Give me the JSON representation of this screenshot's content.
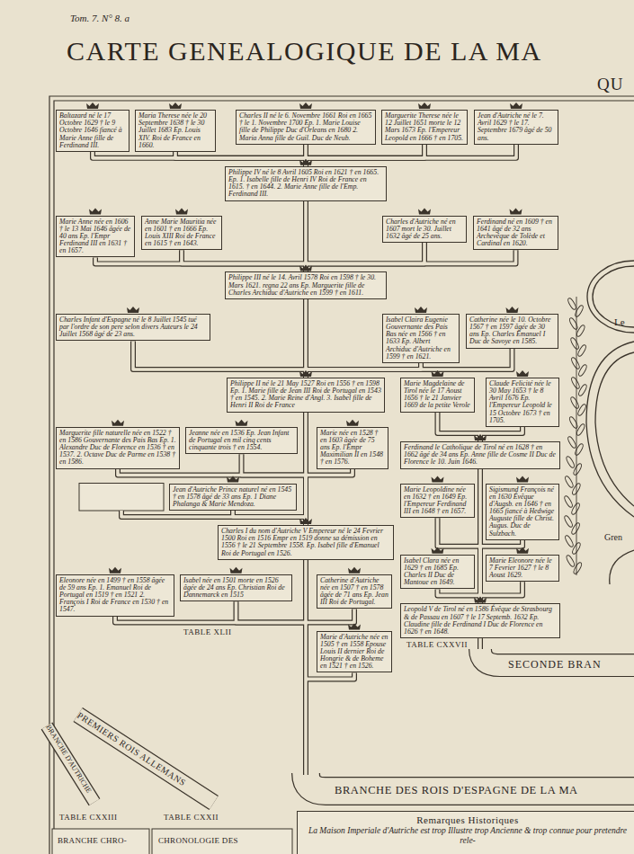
{
  "diagram": {
    "title": "CARTE GENEALOGIQUE DE LA MA",
    "nodes": [
      {
        "text": [
          "Baltazard né le 17 Octobre 1629 † le 9 Octobre 1646 fiancé à Marie Anne fille de Ferdinand III."
        ]
      },
      {
        "text": [
          "Maria Therese née le 20 Septembre 1638 † le 30 Juillet 1683 Ep. Louis XIV. Roi de France en 1660."
        ]
      },
      {
        "text": [
          "Charles II né le 6. Novembre 1661 Roi en 1665 † le 1. Novembre 1700 Ep. 1. Marie Louise fille de Philippe Duc d'Orleans en 1680 2. Maria Anna fille de Guil. Duc de Neub."
        ]
      },
      {
        "text": [
          "Marguerite Therese née le 12 Juillet 1651 morte le 12 Mars 1673 Ep. l'Empereur Leopold en 1666 † en 1705."
        ]
      },
      {
        "text": [
          "Jean d'Autriche né le 7. Avril 1629 † le 17. Septembre 1679 âgé de 50 ans."
        ]
      },
      {
        "text": [
          "Philippe IV né le 8 Avril 1605 Roi en 1621 † en 1665. Ep. 1. Isabelle fille de Henri IV Roi de France en 1615. † en 1644. 2. Marie Anne fille de l'Emp. Ferdinand III."
        ]
      },
      {
        "text": [
          "Marie Anne née en 1606 † le 13 Mai 1646 âgée de 40 ans Ep. l'Empr Ferdinand III en 1631 † en 1657."
        ]
      },
      {
        "text": [
          "Anne Marie Mauritia née en 1601 † en 1666 Ep. Louis XIII Roi de France en 1615 † en 1643."
        ]
      },
      {
        "text": [
          "Charles d'Autriche né en 1607 mort le 30. Juillet 1632 âgé de 25 ans."
        ]
      },
      {
        "text": [
          "Ferdinand né en 1609 † en 1641 âgé de 32 ans Archevêque de Tolède et Cardinal en 1620."
        ]
      },
      {
        "text": [
          "Philippe III né le 14. Avril 1578 Roi en 1598 † le 30. Mars 1621. regna 22 ans Ep. Marguerite fille de Charles Archiduc d'Autriche en 1599 † en 1611."
        ]
      },
      {
        "text": [
          "Charles Infant d'Espagne né le 8 Juillet 1545 tué par l'ordre de son pere selon divers Auteurs le 24 Juillet 1568 âgé de 23 ans."
        ]
      },
      {
        "text": [
          "Isabel Claira Eugenie Gouvernante des Pais Bas née en 1566 † en 1633 Ep. Albert Archiduc d'Autriche en 1599 † en 1621."
        ]
      },
      {
        "text": [
          "Catherine née le 10. Octobre 1567 † en 1597 âgée de 30 ans Ep. Charles Emanuel I Duc de Savoye en 1585."
        ]
      },
      {
        "text": [
          "Philippe II né le 21 May 1527 Roi en 1556 † en 1598 Ep. 1. Marie fille de Jean III Roi de Portugal en 1543 † en 1545. 2. Marie Reine d'Angl. 3. Isabel fille de Henri II Roi de France"
        ]
      },
      {
        "text": [
          "Marguerite fille naturelle née en 1522 † en 1586 Gouvernante des Pais Bas Ep. 1. Alexandre Duc de Florence en 1536 † en 1537. 2. Octave Duc de Parme en 1538 † en 1586."
        ]
      },
      {
        "text": [
          "Jeanne née en 1536 Ep. Jean Infant de Portugal en mil cinq cents cinquante trois † en 1554."
        ]
      },
      {
        "text": [
          "Marie née en 1528 † en 1603 âgée de 75 ans Ep. l'Empr Maximilian II en 1548 † en 1576."
        ]
      },
      {
        "text": [
          "Marie Magdelaine de Tirol née le 17 Aoust 1656 † le 21 Janvier 1669 de la petite Verole"
        ]
      },
      {
        "text": [
          "Claude Felicité née le 30 May 1653 † le 8 Avril 1676 Ep. l'Empereur Leopold le 15 Octobre 1673 † en 1705."
        ]
      },
      {
        "text": [
          "Ferdinand le Catholique de Tirol né en 1628 † en 1662 âgé de 34 ans Ep. Anne fille de Cosme II Duc de Florence le 10. Juin 1646."
        ]
      },
      {
        "text": [
          "Jean d'Autriche Prince naturel né en 1545 † en 1578 âgé de 33 ans Ep. 1 Diane Phalanga & Marie Mendoza."
        ]
      },
      {
        "text": [
          "Marie Leopoldine née en 1632 † en 1649 Ep. l'Empereur Ferdinand III en 1648 † en 1657."
        ]
      },
      {
        "text": [
          "Sigismund François né en 1630 Évêque d'Augsb. en 1646 † en 1665 fiancé à Hedwige Auguste fille de Christ. Augus. Duc de Sulzbach."
        ]
      },
      {
        "text": [
          "Charles I du nom d'Autriche V Empereur né le 24 Fevrier 1500 Roi en 1516 Empr en 1519 donne sa démission en 1556 † le 21 Septembre 1558. Ep. Isabel fille d'Emanuel Roi de Portugal en 1526."
        ]
      },
      {
        "text": [
          "Isabel Clara née en 1629 † en 1685 Ep. Charles II Duc de Mantoue en 1649."
        ]
      },
      {
        "text": [
          "Marie Eleonore née le 7 Fevrier 1627 † le 8 Aoust 1629."
        ]
      },
      {
        "text": [
          "Eleonore née en 1499 † en 1558 âgée de 59 ans Ep. 1. Emanuel Roi de Portugal en 1519 † en 1521 2. François I Roi de France en 1530 † en 1547."
        ]
      },
      {
        "text": [
          "Isabel née en 1501 morte en 1526 âgée de 24 ans Ep. Christian Roi de Dannemarck en 1515"
        ]
      },
      {
        "text": [
          "Catherine d'Autriche née en 1507 † en 1578 âgée de 71 ans Ep. Jean III Roi de Portugal."
        ]
      },
      {
        "text": [
          "Leopold V de Tirol né en 1586 Évêque de Strasbourg & de Passau en 1607 † le 17 Septemb. 1632 Ep. Claudine fille de Ferdinand I Duc de Florence en 1626 † en 1648."
        ]
      },
      {
        "text": [
          "Marie d'Autriche née en 1505 † en 1558 Epouse Louis II dernier Roi de Hongrie & de Boheme en 1521 † en 1526."
        ]
      },
      {
        "text": [
          "Remarques Historiques",
          "La Maison Imperiale d'Autriche est trop Illustre trop Ancienne & trop connue pour pretendre rele-"
        ]
      }
    ],
    "edges": [
      {
        "from": 5,
        "to": 0,
        "arrow": "none"
      },
      {
        "from": 5,
        "to": 1,
        "arrow": "none"
      },
      {
        "from": 5,
        "to": 2,
        "arrow": "none"
      },
      {
        "from": 5,
        "to": 3,
        "arrow": "none"
      },
      {
        "from": 5,
        "to": 4,
        "arrow": "none"
      },
      {
        "from": 10,
        "to": 5,
        "arrow": "none"
      },
      {
        "from": 10,
        "to": 6,
        "arrow": "none"
      },
      {
        "from": 10,
        "to": 7,
        "arrow": "none"
      },
      {
        "from": 10,
        "to": 8,
        "arrow": "none"
      },
      {
        "from": 10,
        "to": 9,
        "arrow": "none"
      },
      {
        "from": 14,
        "to": 10,
        "arrow": "none"
      },
      {
        "from": 14,
        "to": 11,
        "arrow": "none"
      },
      {
        "from": 14,
        "to": 12,
        "arrow": "none"
      },
      {
        "from": 14,
        "to": 13,
        "arrow": "none"
      },
      {
        "from": 24,
        "to": 14,
        "arrow": "none"
      },
      {
        "from": 24,
        "to": 15,
        "arrow": "none"
      },
      {
        "from": 24,
        "to": 16,
        "arrow": "none"
      },
      {
        "from": 24,
        "to": 17,
        "arrow": "none"
      },
      {
        "from": 24,
        "to": 21,
        "arrow": "none"
      },
      {
        "from": 20,
        "to": 18,
        "arrow": "none"
      },
      {
        "from": 20,
        "to": 19,
        "arrow": "none"
      },
      {
        "from": 30,
        "to": 20,
        "arrow": "none"
      },
      {
        "from": 30,
        "to": 22,
        "arrow": "none"
      },
      {
        "from": 30,
        "to": 23,
        "arrow": "none"
      },
      {
        "from": 30,
        "to": 25,
        "arrow": "none"
      },
      {
        "from": 30,
        "to": 26,
        "arrow": "none"
      }
    ],
    "labels": [
      "Tom. 7. N° 8. a",
      "QU",
      "Le",
      "Gren",
      "TABLE XLII",
      "TABLE CXXVII",
      "SECONDE BRAN",
      "BRANCHE DES ROIS D'ESPAGNE DE LA MA",
      "PREMIERS ROIS ALLEMANS",
      "BRANCHE D'AUTRICHE",
      "TABLE CXXIII",
      "TABLE CXXII",
      "BRANCHE CHRO-",
      "CHRONOLOGIE DES"
    ]
  }
}
